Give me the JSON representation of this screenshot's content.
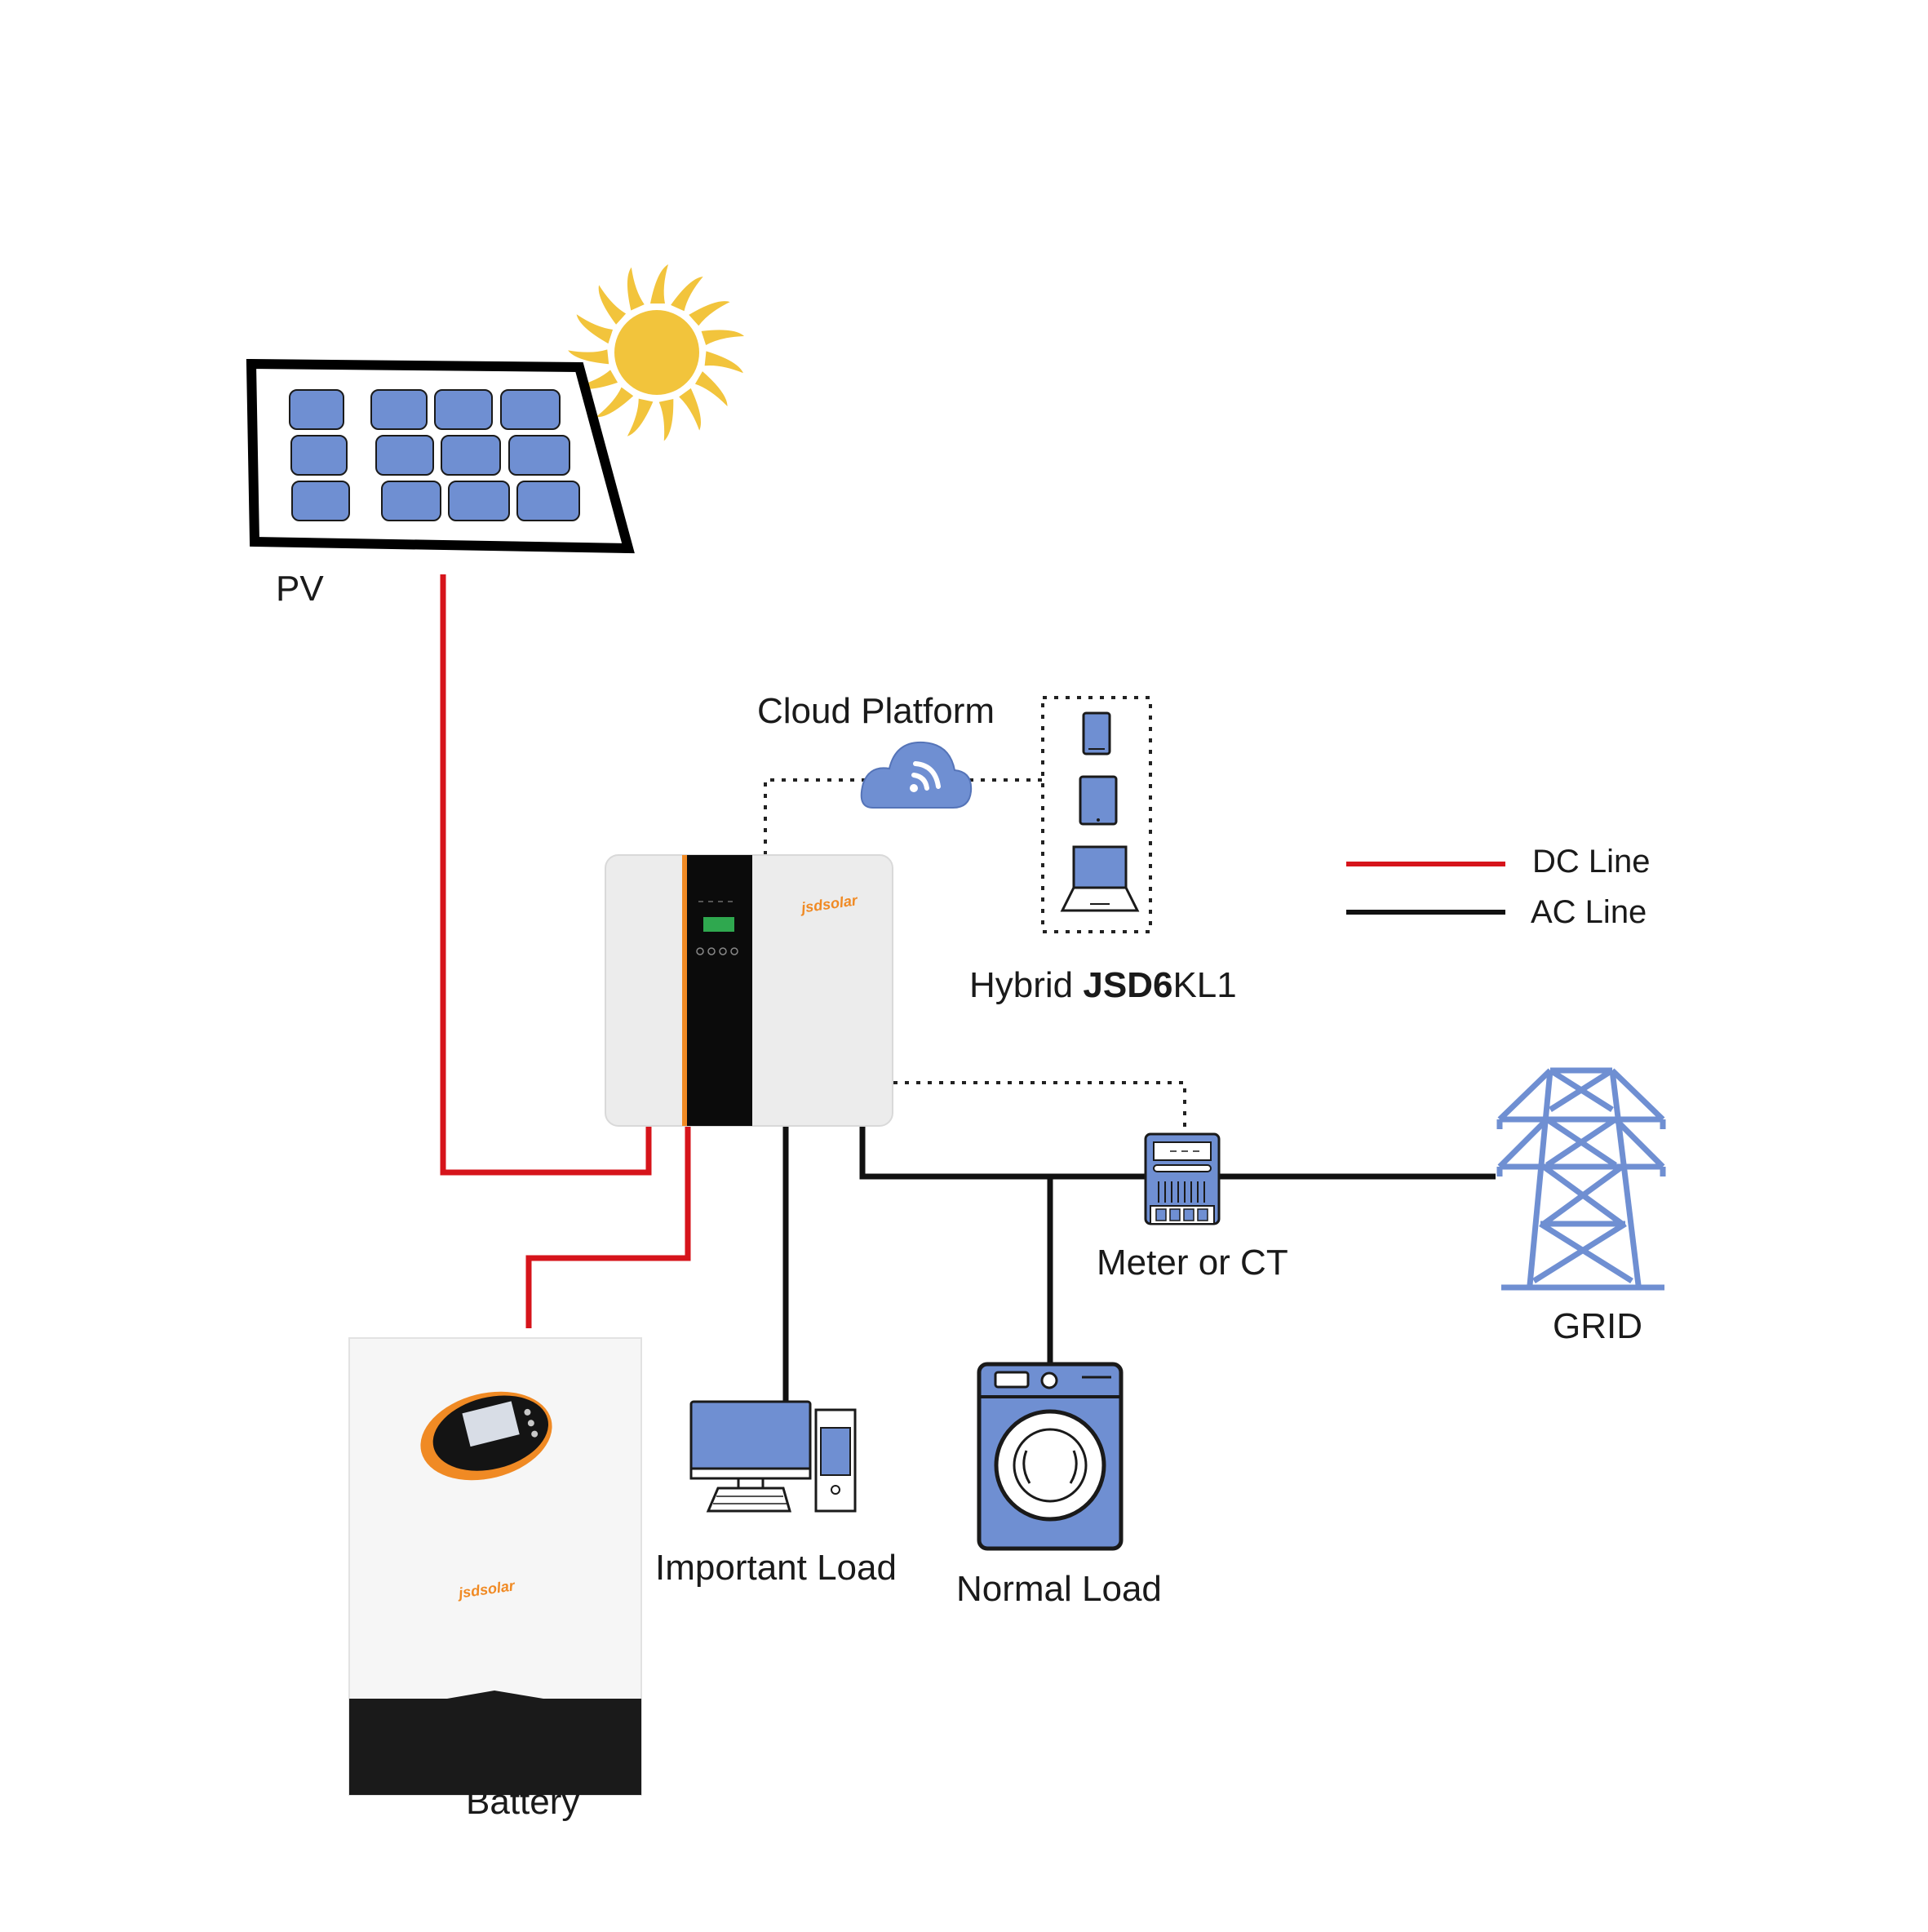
{
  "labels": {
    "pv": "PV",
    "cloud": "Cloud Platform",
    "hybrid_prefix": "Hybrid ",
    "hybrid_model_bold": "JSD6",
    "hybrid_model_rest": "KL1",
    "legend_dc": "DC Line",
    "legend_ac": "AC Line",
    "meter": "Meter or CT",
    "grid": "GRID",
    "important_load": "Important Load",
    "normal_load": "Normal Load",
    "battery": "Battery",
    "brand": "jsdsolar"
  },
  "colors": {
    "dc_line": "#d6141b",
    "ac_line": "#111111",
    "panel_cell": "#6f8fd2",
    "sun": "#f2c43c",
    "orange_accent": "#f08a24",
    "device_blue": "#6f8fd2"
  }
}
